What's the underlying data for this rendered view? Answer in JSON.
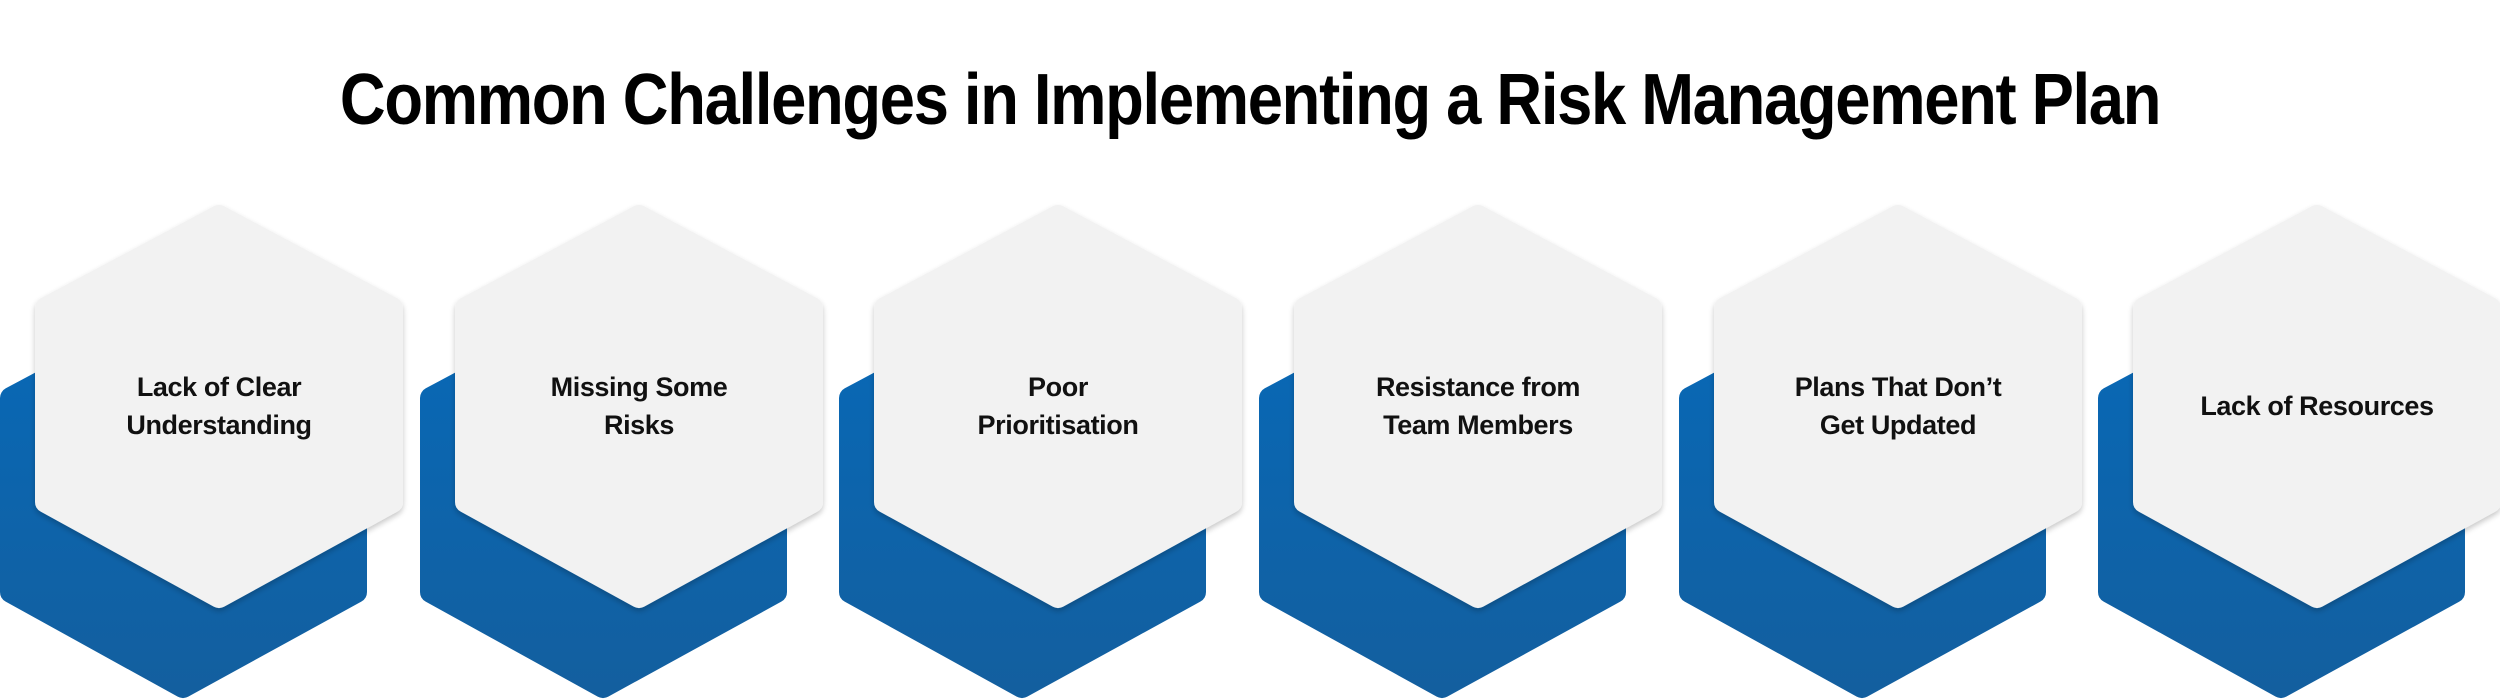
{
  "title": "Common Challenges in Implementing a Risk Management Plan",
  "colors": {
    "blue_top": "#0769b8",
    "blue_bottom": "#135f9f",
    "hex_face": "#f2f2f2",
    "text": "#111111"
  },
  "challenges": [
    {
      "label": "Lack of Clear\nUnderstanding"
    },
    {
      "label": "Missing Some\nRisks"
    },
    {
      "label": "Poor\nPrioritisation"
    },
    {
      "label": "Resistance from\nTeam Members"
    },
    {
      "label": "Plans That Don’t\nGet Updated"
    },
    {
      "label": "Lack of Resources"
    }
  ]
}
